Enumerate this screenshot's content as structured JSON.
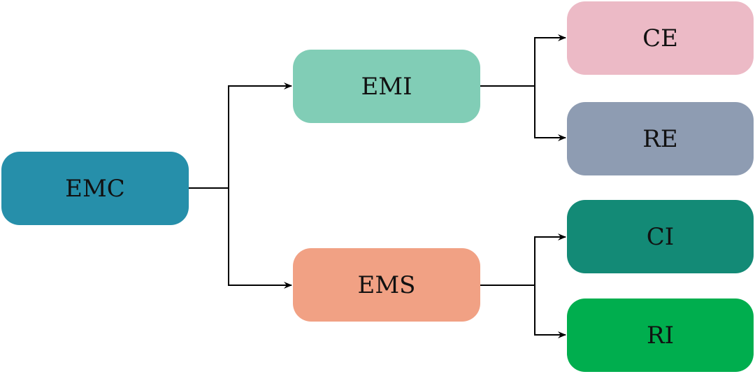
{
  "diagram": {
    "nodes": [
      {
        "id": "emc",
        "label": "EMC",
        "color": "#268FAA"
      },
      {
        "id": "emi",
        "label": "EMI",
        "color": "#81CDB6"
      },
      {
        "id": "ems",
        "label": "EMS",
        "color": "#F1A184"
      },
      {
        "id": "ce",
        "label": "CE",
        "color": "#ECBAC6"
      },
      {
        "id": "re",
        "label": "RE",
        "color": "#8E9CB2"
      },
      {
        "id": "ci",
        "label": "CI",
        "color": "#138A76"
      },
      {
        "id": "ri",
        "label": "RI",
        "color": "#00AE4E"
      }
    ],
    "edges": [
      {
        "from": "EMC",
        "to": "EMI"
      },
      {
        "from": "EMC",
        "to": "EMS"
      },
      {
        "from": "EMI",
        "to": "CE"
      },
      {
        "from": "EMI",
        "to": "RE"
      },
      {
        "from": "EMS",
        "to": "CI"
      },
      {
        "from": "EMS",
        "to": "RI"
      }
    ],
    "line_color": "#000000"
  }
}
